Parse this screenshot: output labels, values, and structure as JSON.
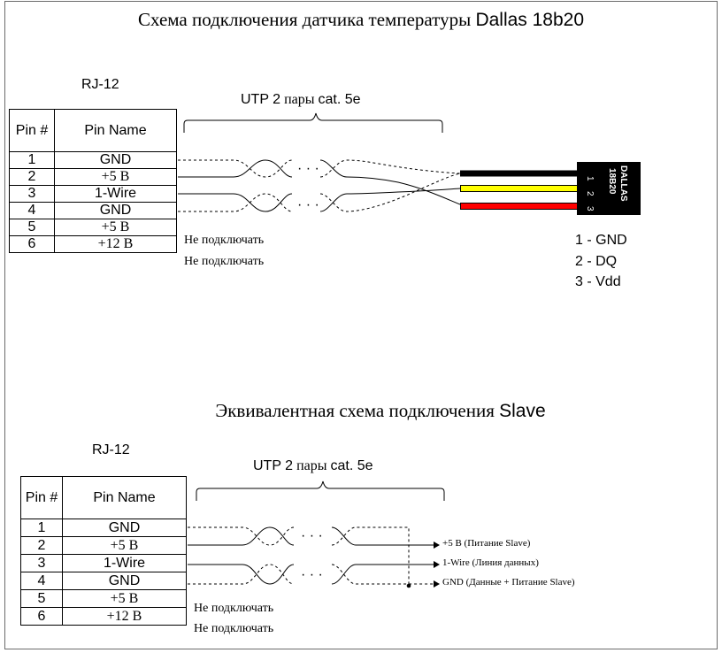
{
  "top": {
    "title_ru": "Схема подключения датчика температуры",
    "title_model": "Dallas 18b20",
    "connector": "RJ-12",
    "cable_prefix": "UTP 2",
    "cable_ru": "пары",
    "cable_suffix": "cat. 5e",
    "table": {
      "col_pin": "Pin #",
      "col_name": "Pin Name",
      "rows": [
        {
          "pin": "1",
          "name": "GND"
        },
        {
          "pin": "2",
          "name": "+5 В"
        },
        {
          "pin": "3",
          "name": "1-Wire"
        },
        {
          "pin": "4",
          "name": "GND"
        },
        {
          "pin": "5",
          "name": "+5 В"
        },
        {
          "pin": "6",
          "name": "+12 В"
        }
      ]
    },
    "note_5": "Не подключать",
    "note_6": "Не подключать",
    "sensor": {
      "line1": "DALLAS",
      "line2": "18B20",
      "pin1": "1",
      "pin2": "2",
      "pin3": "3"
    },
    "legend": [
      "1 - GND",
      "2 - DQ",
      "3 - Vdd"
    ]
  },
  "bottom": {
    "title_ru": "Эквивалентная схема подключения",
    "title_model": "Slave",
    "connector": "RJ-12",
    "cable_prefix": "UTP 2",
    "cable_ru": "пары",
    "cable_suffix": "cat. 5e",
    "table": {
      "col_pin": "Pin #",
      "col_name": "Pin Name",
      "rows": [
        {
          "pin": "1",
          "name": "GND"
        },
        {
          "pin": "2",
          "name": "+5 В"
        },
        {
          "pin": "3",
          "name": "1-Wire"
        },
        {
          "pin": "4",
          "name": "GND"
        },
        {
          "pin": "5",
          "name": "+5 В"
        },
        {
          "pin": "6",
          "name": "+12 В"
        }
      ]
    },
    "note_5": "Не подключать",
    "note_6": "Не подключать",
    "out_1": "+5 В (Питание Slave)",
    "out_2": "1-Wire (Линия данных)",
    "out_3": "GND (Данные + Питание Slave)"
  },
  "colors": {
    "wire_black": "#000000",
    "wire_yellow": "#ffff00",
    "wire_red": "#ff0000",
    "sensor_body": "#000000"
  }
}
